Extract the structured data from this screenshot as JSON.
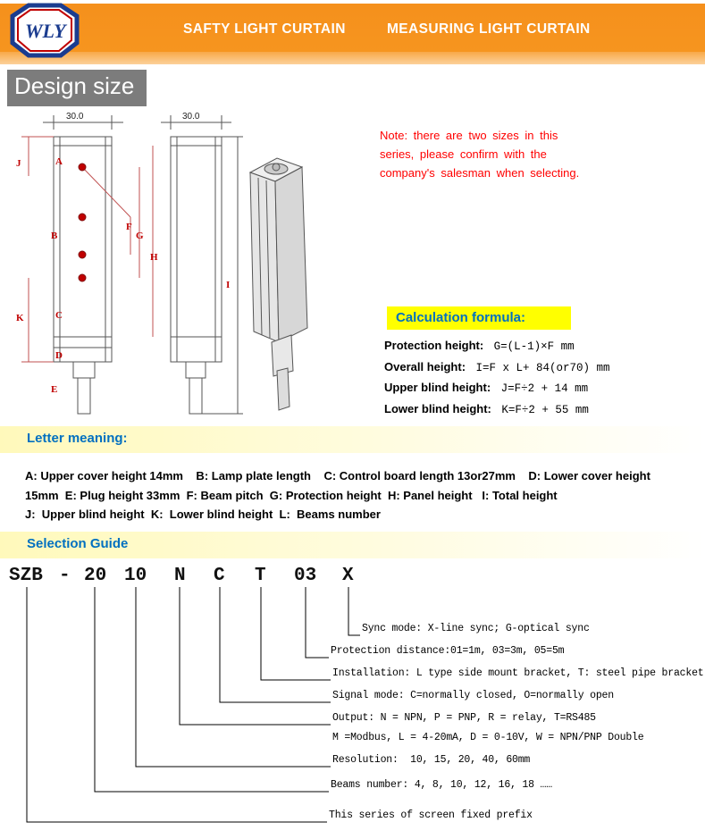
{
  "colors": {
    "header_orange": "#f6921e",
    "heading_blue": "#0070c0",
    "highlight_yellow": "#ffff00",
    "note_red": "#ff0000",
    "title_gray": "#7c7c7c",
    "beam_red": "#c00000"
  },
  "header": {
    "logo_text": "WLY",
    "title_left": "SAFTY LIGHT CURTAIN",
    "title_right": "MEASURING LIGHT CURTAIN"
  },
  "page_title": "Design size",
  "note": {
    "lines": [
      "Note: there are two sizes in this",
      "series, please confirm with the",
      "company's salesman when selecting."
    ]
  },
  "drawing": {
    "dim_front": "30.0",
    "dim_side": "30.0",
    "letters": [
      "A",
      "B",
      "C",
      "D",
      "E",
      "F",
      "G",
      "H",
      "I",
      "J",
      "K"
    ]
  },
  "calculation": {
    "heading": "Calculation formula:",
    "rows": [
      {
        "label": "Protection height:",
        "formula": "G=(L-1)×F  mm"
      },
      {
        "label": "Overall height:",
        "formula": "I=F x L+ 84(or70) mm"
      },
      {
        "label": "Upper blind height:",
        "formula": "J=F÷2 + 14  mm"
      },
      {
        "label": "Lower blind height:",
        "formula": "K=F÷2 + 55 mm"
      }
    ]
  },
  "letter_meaning": {
    "heading": "Letter meaning:",
    "lines": [
      "A: Upper cover height 14mm    B: Lamp plate length    C: Control board length 13or27mm    D: Lower cover height",
      "15mm  E: Plug height 33mm  F: Beam pitch  G: Protection height  H: Panel height   I: Total height",
      "J:  Upper blind height  K:  Lower blind height  L:  Beams number"
    ]
  },
  "selection_guide": {
    "heading": "Selection Guide",
    "code_parts": [
      "SZB",
      "-",
      "20",
      "10",
      "N",
      "C",
      "T",
      "03",
      "X"
    ],
    "explanations": [
      "Sync mode: X-line sync; G-optical sync",
      "Protection distance:01=1m, 03=3m, 05=5m",
      "Installation: L type side mount bracket, T: steel pipe bracket",
      "Signal mode: C=normally closed, O=normally open",
      "Output: N = NPN, P = PNP, R = relay, T=RS485",
      "M =Modbus, L = 4-20mA, D = 0-10V, W = NPN/PNP Double",
      "Resolution:  10, 15, 20, 40, 60mm",
      "Beams number: 4, 8, 10, 12, 16, 18 ……",
      "This series of screen fixed prefix"
    ]
  }
}
